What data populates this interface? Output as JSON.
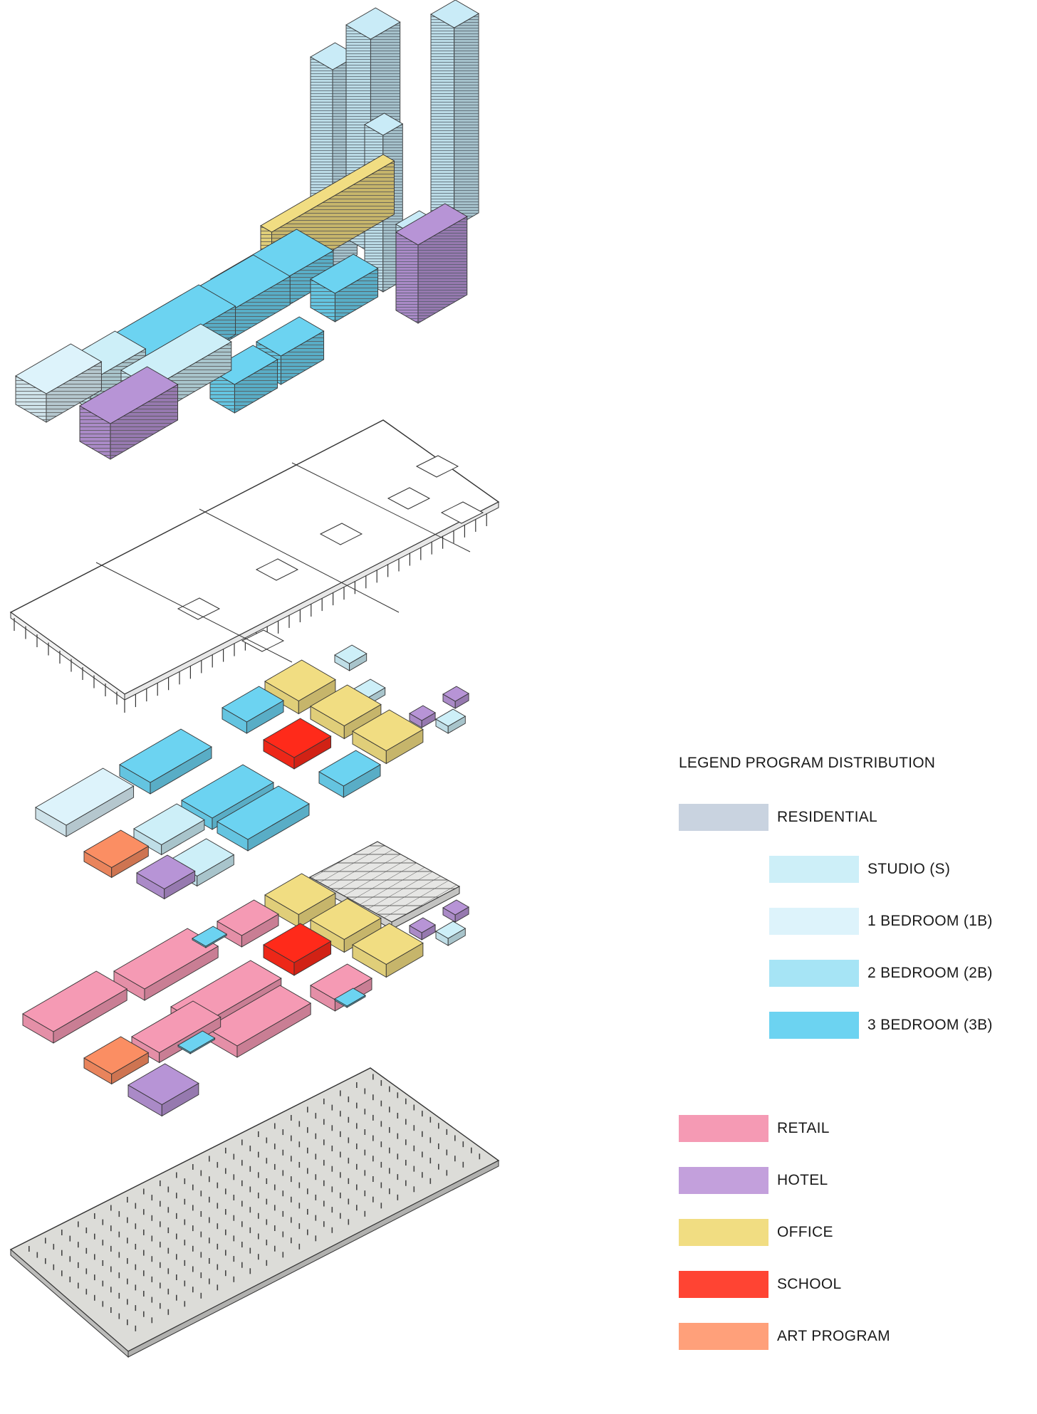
{
  "legend": {
    "title": "LEGEND PROGRAM DISTRIBUTION",
    "items": [
      {
        "label": "RESIDENTIAL",
        "color": "#c9d3e0"
      },
      {
        "label": "STUDIO (S)",
        "color": "#cdeff8"
      },
      {
        "label": "1 BEDROOM (1B)",
        "color": "#ddf3fb"
      },
      {
        "label": "2 BEDROOM (2B)",
        "color": "#a6e4f5"
      },
      {
        "label": "3 BEDROOM (3B)",
        "color": "#6cd3f1"
      },
      {
        "label": "RETAIL",
        "color": "#f59ab4"
      },
      {
        "label": "HOTEL",
        "color": "#c3a0dc"
      },
      {
        "label": "OFFICE",
        "color": "#f1dd82"
      },
      {
        "label": "SCHOOL",
        "color": "#ff4433"
      },
      {
        "label": "ART PROGRAM",
        "color": "#ffa07a"
      }
    ]
  },
  "program_colors": {
    "tower": "#c9ebf7",
    "studio": "#cdeff8",
    "one_bedroom": "#ddf3fb",
    "two_bedroom": "#a6e4f5",
    "three_bedroom": "#6cd3f1",
    "retail": "#f59ab4",
    "hotel": "#b794d6",
    "office": "#f1dd82",
    "school": "#ff2a1a",
    "art": "#fb8e63",
    "slab": "#ffffff",
    "ground": "#dcdcd8",
    "lines": "#333333"
  }
}
